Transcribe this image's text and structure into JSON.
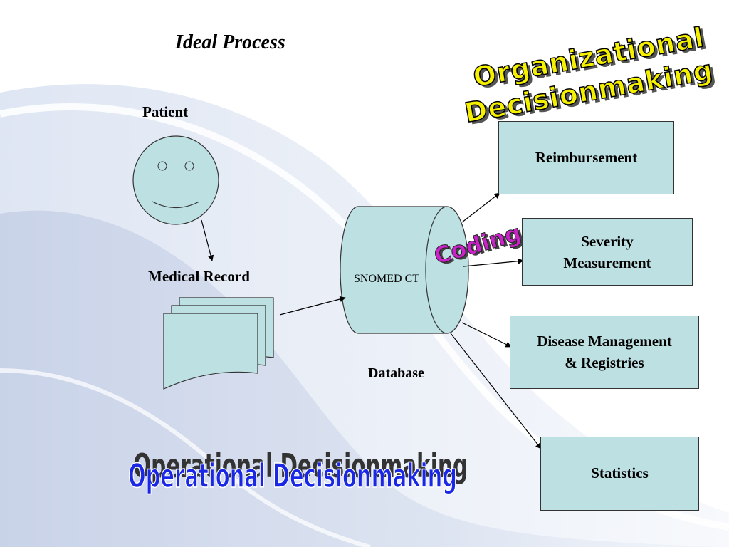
{
  "title": "Ideal Process",
  "patient": {
    "label": "Patient"
  },
  "medical_record": {
    "label": "Medical Record"
  },
  "database": {
    "name": "SNOMED CT",
    "label": "Database"
  },
  "wordart": {
    "org_line1": "Organizational",
    "org_line2": "Decisionmaking",
    "coding": "Coding",
    "operational": "Operational Decisionmaking"
  },
  "outputs": [
    {
      "lines": [
        "Reimbursement"
      ]
    },
    {
      "lines": [
        "Severity",
        "Measurement"
      ]
    },
    {
      "lines": [
        "Disease Management",
        "& Registries"
      ]
    },
    {
      "lines": [
        "Statistics"
      ]
    }
  ],
  "colors": {
    "box_fill": "#bde0e3",
    "wordart_yellow": "#f5f000",
    "coding_purple": "#cc22cc",
    "operational_blue": "#1a28e6"
  }
}
